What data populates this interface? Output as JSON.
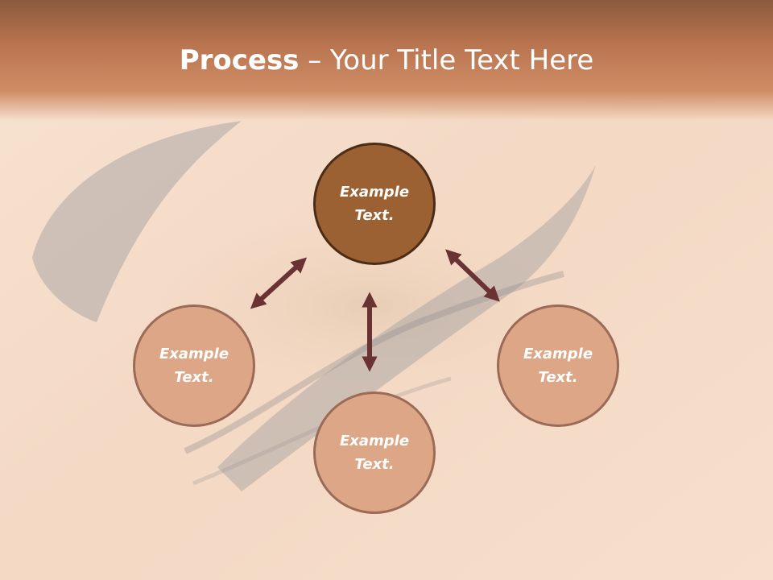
{
  "slide": {
    "title_bold": "Process",
    "title_rest": " – Your Title Text Here"
  },
  "diagram": {
    "center": {
      "text": "Example Text."
    },
    "nodes": [
      {
        "text": "Example Text."
      },
      {
        "text": "Example Text."
      },
      {
        "text": "Example Text."
      }
    ]
  },
  "colors": {
    "center_fill": "#9b6133",
    "center_border": "#4a2c17",
    "outer_fill": "#dda787",
    "outer_border": "#9b6b57",
    "arrow": "#6b3234",
    "title_band": "#b8734f"
  }
}
